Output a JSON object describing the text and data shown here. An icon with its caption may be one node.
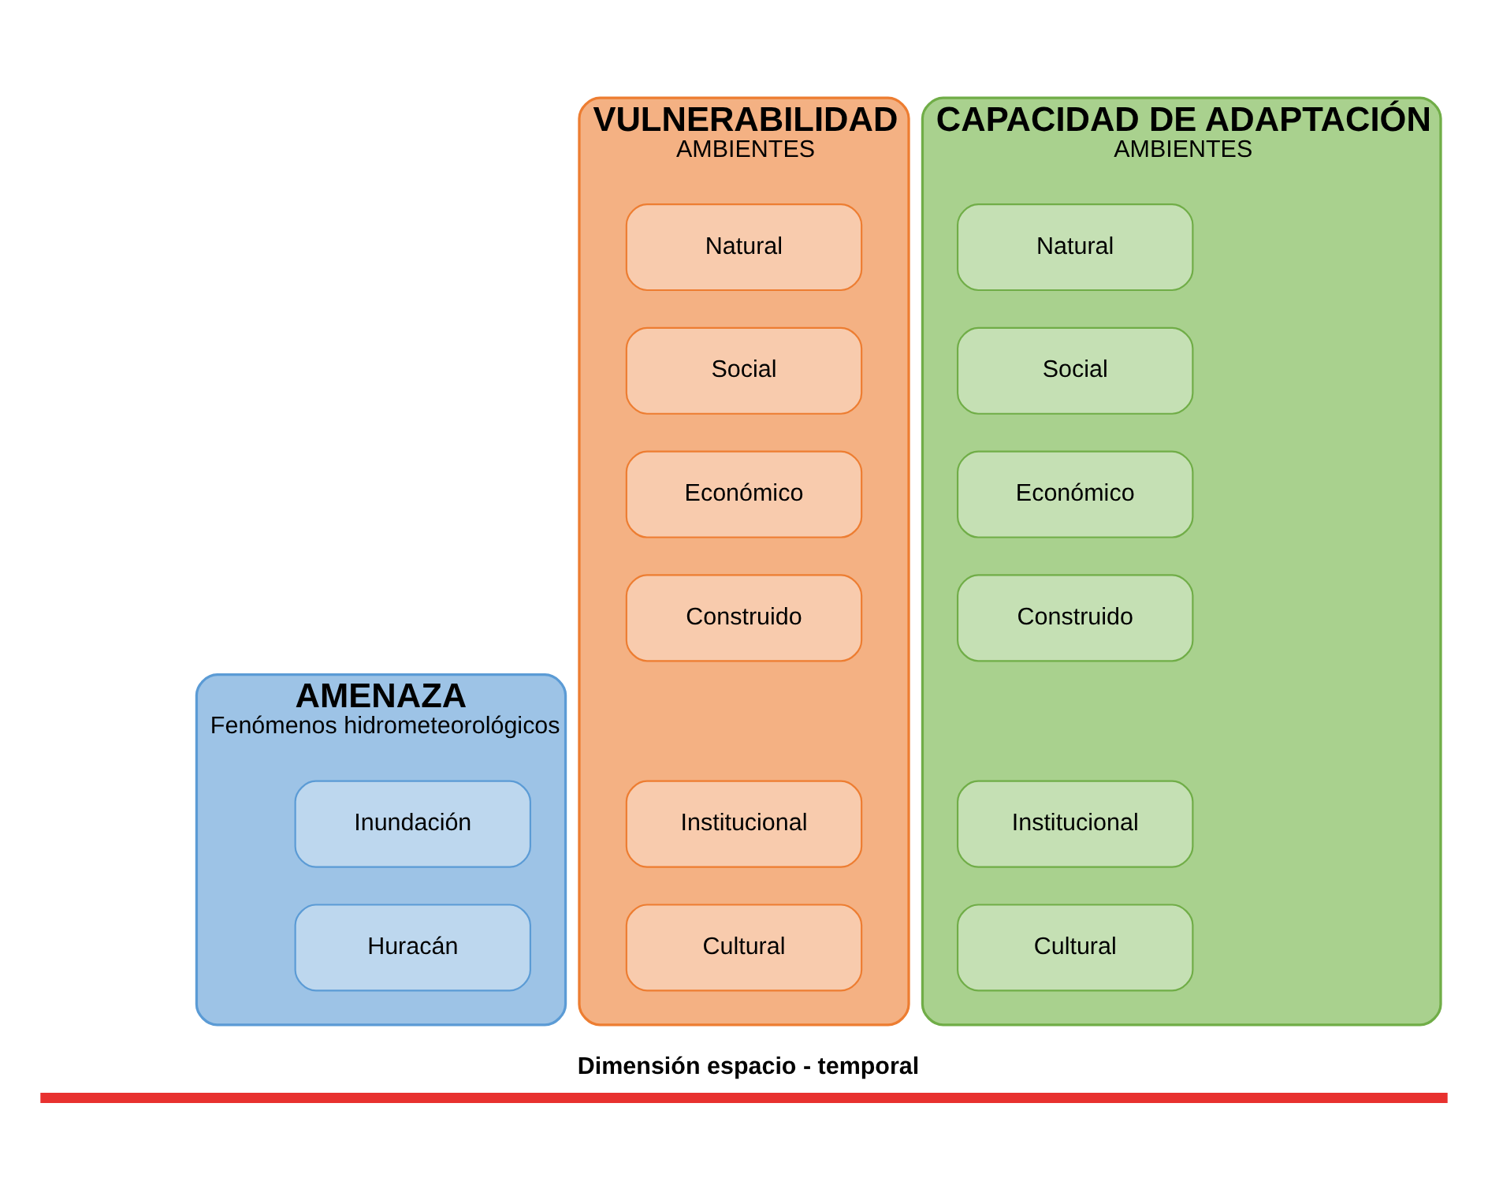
{
  "diagram": {
    "nodes": [
      {
        "text": [
          "AMENAZA",
          "Fenómenos hidrometeorológicos"
        ]
      },
      {
        "text": [
          "Inundación"
        ],
        "in": 0
      },
      {
        "text": [
          "Huracán"
        ],
        "in": 0
      },
      {
        "text": [
          "VULNERABILIDAD",
          "AMBIENTES"
        ]
      },
      {
        "text": [
          "Natural"
        ],
        "in": 3
      },
      {
        "text": [
          "Social"
        ],
        "in": 3
      },
      {
        "text": [
          "Económico"
        ],
        "in": 3
      },
      {
        "text": [
          "Construido"
        ],
        "in": 3
      },
      {
        "text": [
          "Institucional"
        ],
        "in": 3
      },
      {
        "text": [
          "Cultural"
        ],
        "in": 3
      },
      {
        "text": [
          "CAPACIDAD DE ADAPTACIÓN",
          "AMBIENTES"
        ]
      },
      {
        "text": [
          "Natural"
        ],
        "in": 10
      },
      {
        "text": [
          "Social"
        ],
        "in": 10
      },
      {
        "text": [
          "Económico"
        ],
        "in": 10
      },
      {
        "text": [
          "Construido"
        ],
        "in": 10
      },
      {
        "text": [
          "Institucional"
        ],
        "in": 10
      },
      {
        "text": [
          "Cultural"
        ],
        "in": 10
      }
    ],
    "edges": [],
    "labels": [
      "Dimensión espacio - temporal"
    ]
  }
}
